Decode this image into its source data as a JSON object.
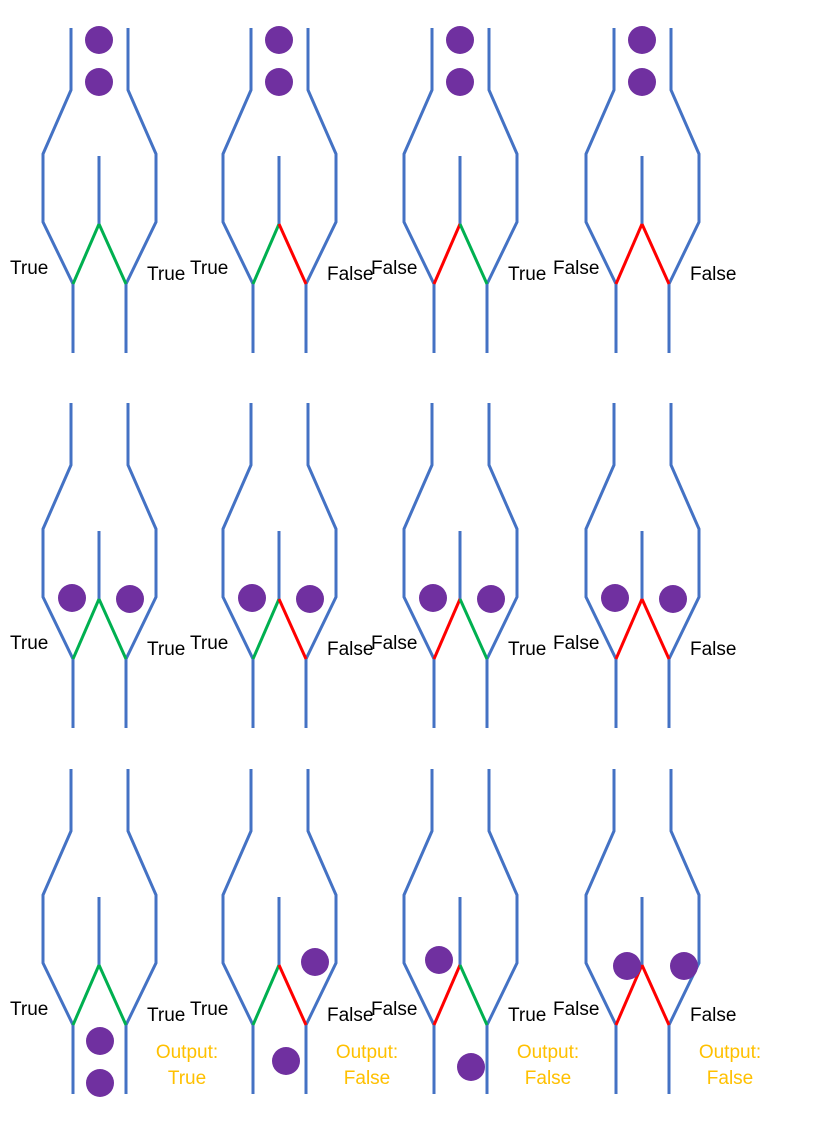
{
  "colors": {
    "wall": "#4472C4",
    "true_flap": "#00B050",
    "false_flap": "#FF0000",
    "ball": "#7030A0",
    "output_text": "#FFC000",
    "label_text": "#000000"
  },
  "rows": [
    {
      "stage": "balls-at-inlet",
      "gates": [
        {
          "left_label": "True",
          "right_label": "True",
          "left_state": true,
          "right_state": true
        },
        {
          "left_label": "True",
          "right_label": "False",
          "left_state": true,
          "right_state": false
        },
        {
          "left_label": "False",
          "right_label": "True",
          "left_state": false,
          "right_state": true
        },
        {
          "left_label": "False",
          "right_label": "False",
          "left_state": false,
          "right_state": false
        }
      ]
    },
    {
      "stage": "balls-at-flaps",
      "gates": [
        {
          "left_label": "True",
          "right_label": "True",
          "left_state": true,
          "right_state": true
        },
        {
          "left_label": "True",
          "right_label": "False",
          "left_state": true,
          "right_state": false
        },
        {
          "left_label": "False",
          "right_label": "True",
          "left_state": false,
          "right_state": true
        },
        {
          "left_label": "False",
          "right_label": "False",
          "left_state": false,
          "right_state": false
        }
      ]
    },
    {
      "stage": "balls-after-gate",
      "gates": [
        {
          "left_label": "True",
          "right_label": "True",
          "left_state": true,
          "right_state": true,
          "output_label": "Output:",
          "output_value": "True"
        },
        {
          "left_label": "True",
          "right_label": "False",
          "left_state": true,
          "right_state": false,
          "output_label": "Output:",
          "output_value": "False"
        },
        {
          "left_label": "False",
          "right_label": "True",
          "left_state": false,
          "right_state": true,
          "output_label": "Output:",
          "output_value": "False"
        },
        {
          "left_label": "False",
          "right_label": "False",
          "left_state": false,
          "right_state": false,
          "output_label": "Output:",
          "output_value": "False"
        }
      ]
    }
  ]
}
